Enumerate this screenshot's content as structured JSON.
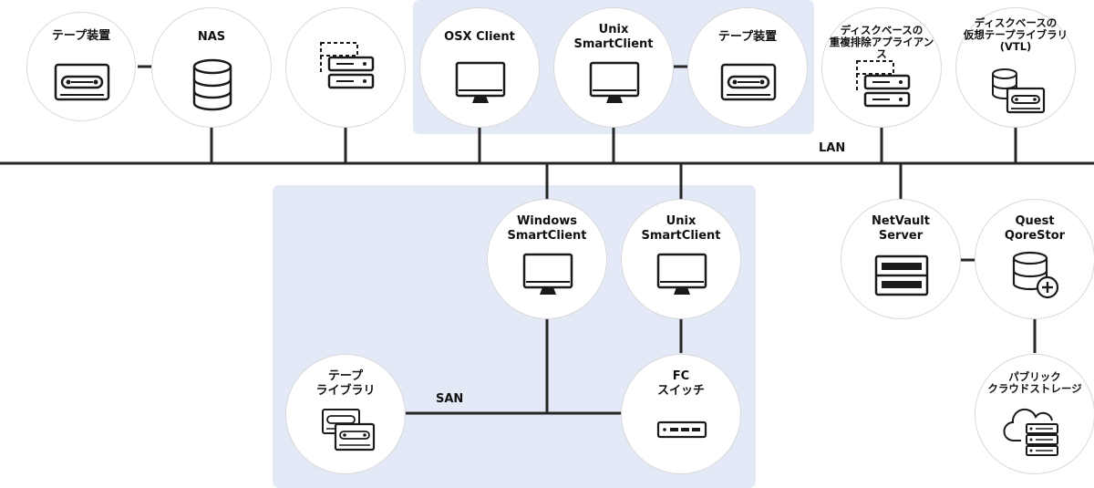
{
  "colors": {
    "zone_fill": "#e3e9f7",
    "line": "#262626",
    "node_border": "#d9d9d9",
    "icon": "#1a1a1a"
  },
  "labels": {
    "lan": "LAN",
    "san": "SAN"
  },
  "nodes": {
    "tape1": {
      "label": "テープ装置",
      "icon": "tape-icon"
    },
    "nas": {
      "label": "NAS",
      "icon": "database-icon"
    },
    "server_backup": {
      "label": "",
      "icon": "server-stack-icon"
    },
    "osx": {
      "label": "OSX Client",
      "icon": "monitor-icon"
    },
    "unix_lan": {
      "label": "Unix\nSmartClient",
      "icon": "monitor-icon"
    },
    "tape2": {
      "label": "テープ装置",
      "icon": "tape-icon"
    },
    "dedup": {
      "label": "ディスクベースの\n重複排除アプライアンス",
      "icon": "server-stack-icon"
    },
    "vtl": {
      "label": "ディスクベースの\n仮想テープライブラリ\n(VTL)",
      "icon": "database-tape-icon"
    },
    "windows": {
      "label": "Windows\nSmartClient",
      "icon": "monitor-icon"
    },
    "unix_san": {
      "label": "Unix\nSmartClient",
      "icon": "monitor-icon"
    },
    "netvault": {
      "label": "NetVault\nServer",
      "icon": "server-icon"
    },
    "qorestor": {
      "label": "Quest\nQoreStor",
      "icon": "database-plus-icon"
    },
    "tape_library": {
      "label": "テープ\nライブラリ",
      "icon": "tape-library-icon"
    },
    "fc_switch": {
      "label": "FC\nスイッチ",
      "icon": "switch-icon"
    },
    "cloud": {
      "label": "パブリック\nクラウドストレージ",
      "icon": "cloud-storage-icon"
    }
  }
}
